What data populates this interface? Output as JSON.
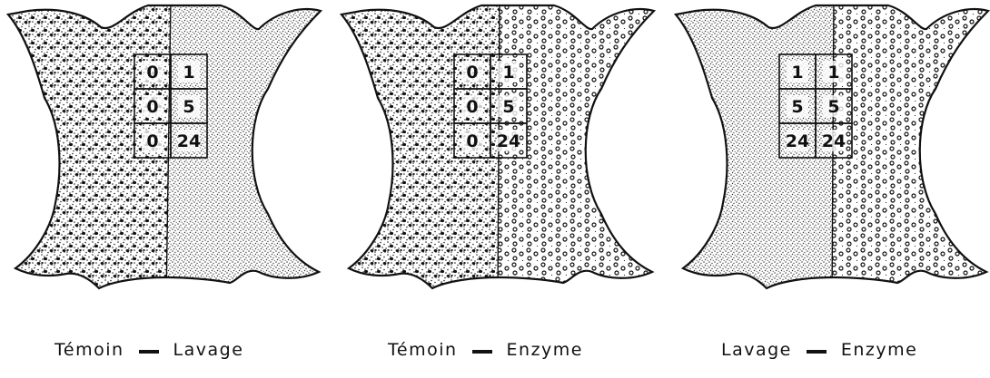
{
  "panels": [
    {
      "left_label": "Témoin",
      "right_label": "Lavage",
      "left_pattern": "dense-dots",
      "right_pattern": "fine-stipple",
      "grid": [
        [
          "0",
          "1"
        ],
        [
          "0",
          "5"
        ],
        [
          "0",
          "24"
        ]
      ]
    },
    {
      "left_label": "Témoin",
      "right_label": "Enzyme",
      "left_pattern": "dense-dots",
      "right_pattern": "open-circles",
      "grid": [
        [
          "0",
          "1"
        ],
        [
          "0",
          "5"
        ],
        [
          "0",
          "24"
        ]
      ]
    },
    {
      "left_label": "Lavage",
      "right_label": "Enzyme",
      "left_pattern": "fine-stipple",
      "right_pattern": "open-circles",
      "grid": [
        [
          "1",
          "1"
        ],
        [
          "5",
          "5"
        ],
        [
          "24",
          "24"
        ]
      ]
    }
  ],
  "colors": {
    "ink": "#111111",
    "paper": "#ffffff"
  }
}
